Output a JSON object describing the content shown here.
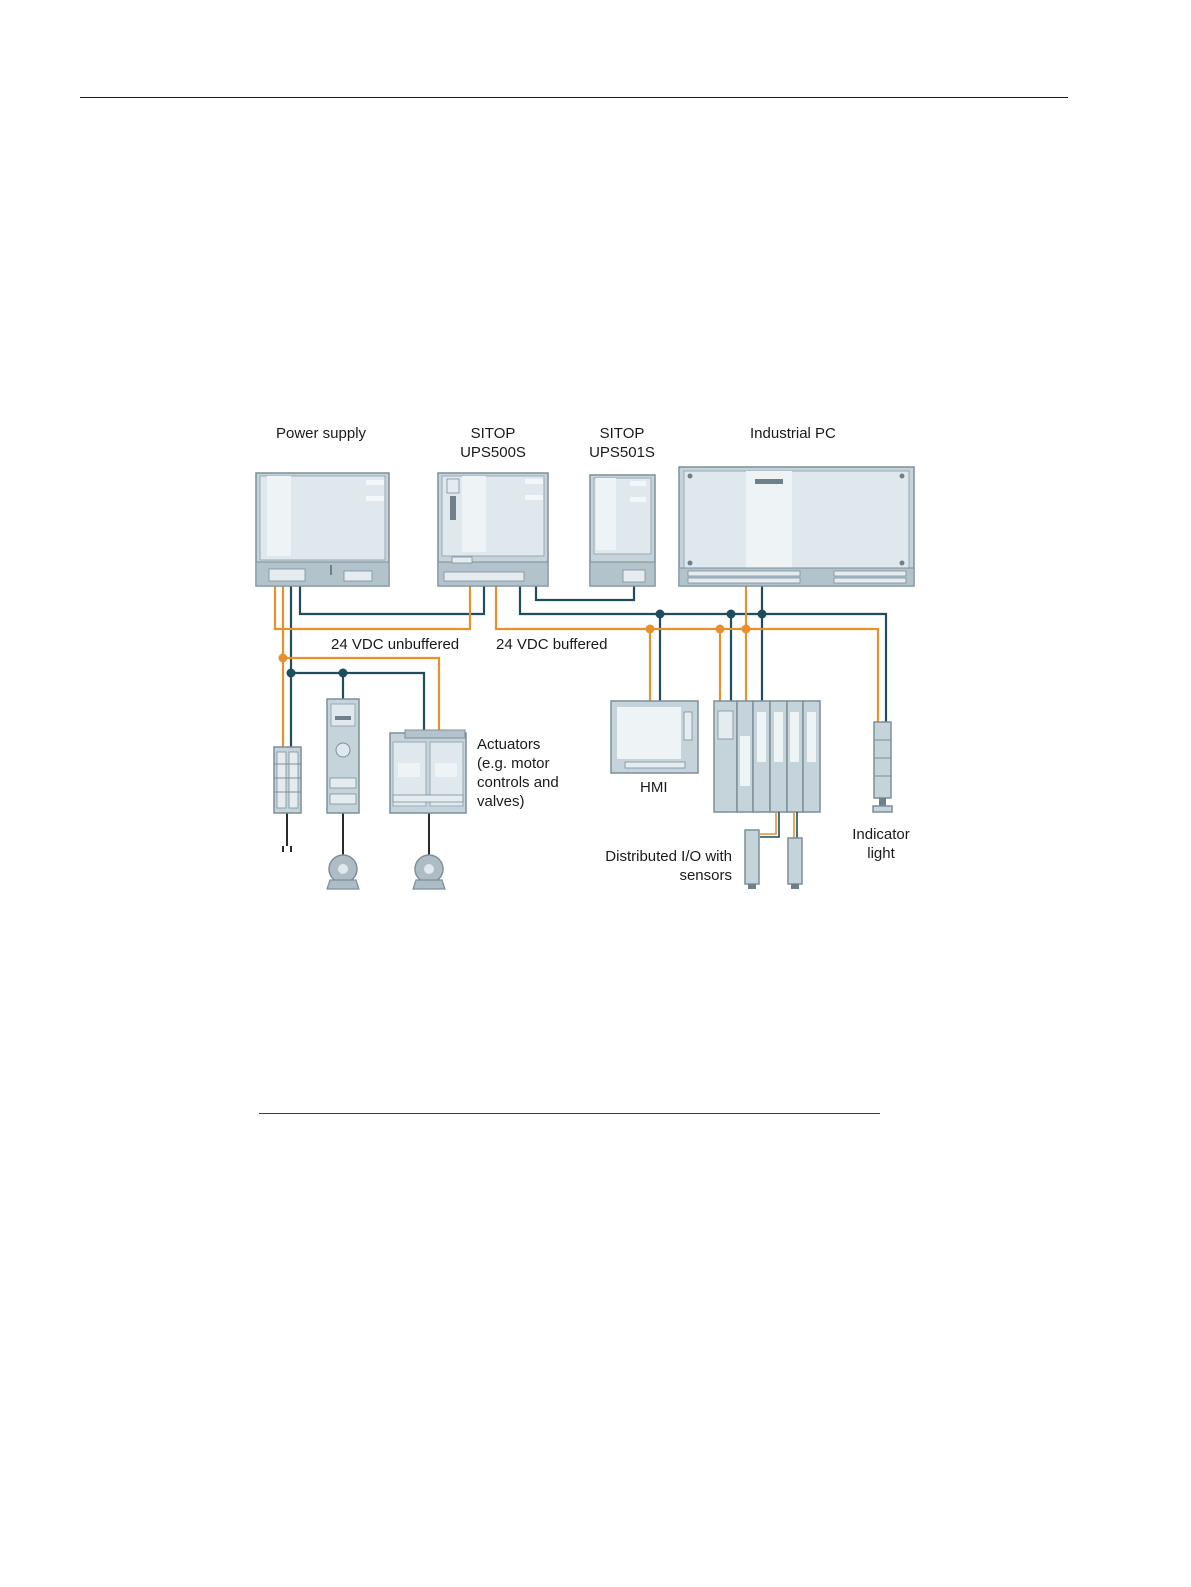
{
  "labels": {
    "power_supply": "Power supply",
    "ups500s_line1": "SITOP",
    "ups500s_line2": "UPS500S",
    "ups501s_line1": "SITOP",
    "ups501s_line2": "UPS501S",
    "industrial_pc": "Industrial PC",
    "unbuffered": "24 VDC unbuffered",
    "buffered": "24 VDC buffered",
    "actuators_line1": "Actuators",
    "actuators_line2": "(e.g. motor",
    "actuators_line3": "controls and",
    "actuators_line4": "valves)",
    "hmi": "HMI",
    "dio_line1": "Distributed I/O with",
    "dio_line2": "sensors",
    "indicator_line1": "Indicator",
    "indicator_line2": "light"
  },
  "colors": {
    "buffered_wire": "#1e4d5e",
    "unbuffered_wire": "#e8902e",
    "device_body": "#c5d3db"
  }
}
